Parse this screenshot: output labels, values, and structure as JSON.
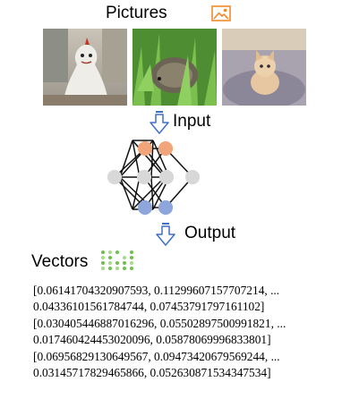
{
  "pictures_title": "Pictures",
  "input_label": "Input",
  "output_label": "Output",
  "vectors_title": "Vectors",
  "photos": [
    "snowman-photo",
    "hedgehog-photo",
    "kitten-photo"
  ],
  "vector_lines": [
    "[0.06141704320907593, 0.11299607157707214, ...",
    "0.04336101561784744, 0.07453791797161102]",
    "[0.030405446887016296, 0.05502897500991821, ...",
    "0.017460424453020096, 0.05878069996833801]",
    "[0.06956829130649567, 0.09473420679569244, ...",
    "0.03145717829465866, 0.052630871534347534]"
  ],
  "colors": {
    "icon_orange": "#f08a2c",
    "arrow_blue": "#3f6fc7",
    "node_orange": "#f2a57a",
    "node_gray": "#d8d8d8",
    "node_blue": "#8fa6dd",
    "dots_green": "#6fbf4b"
  }
}
